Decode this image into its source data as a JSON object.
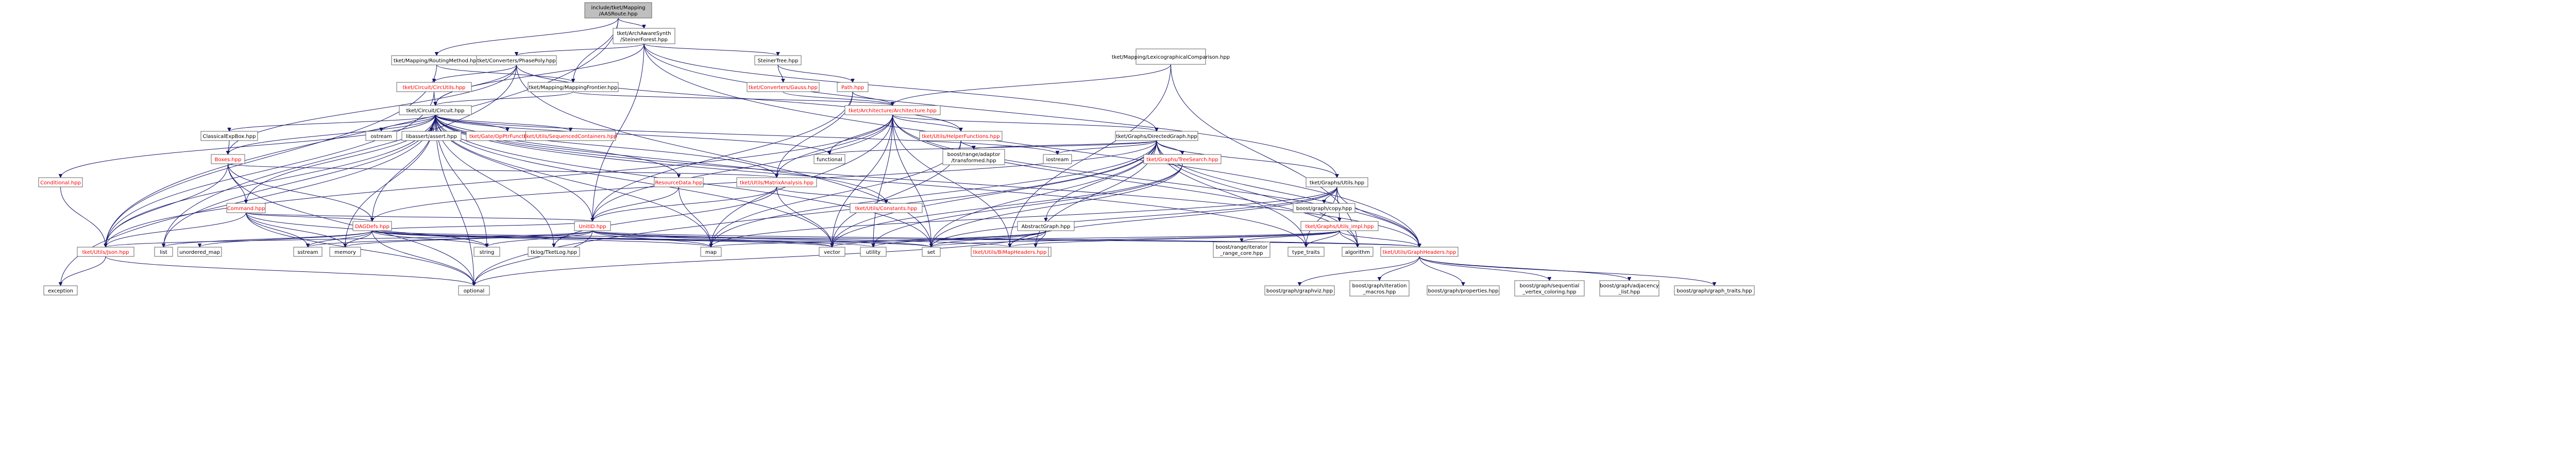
{
  "colors": {
    "root_fill": "#bfbfbf",
    "node_fill": "#ffffff",
    "border": "#666666",
    "edge": "#191970",
    "label": "#000000",
    "undocumented_label": "#ff0000"
  },
  "nodes": [
    {
      "id": "root",
      "lines": [
        "include/tket/Mapping",
        "/AASRoute.hpp"
      ],
      "kind": "root"
    },
    {
      "id": "aasteiner",
      "lines": [
        "tket/ArchAwareSynth",
        "/SteinerForest.hpp"
      ]
    },
    {
      "id": "routingmethod",
      "lines": [
        "tket/Mapping/RoutingMethod.hpp"
      ]
    },
    {
      "id": "phasepoly",
      "lines": [
        "tket/Converters/PhasePoly.hpp"
      ]
    },
    {
      "id": "steinertree",
      "lines": [
        "SteinerTree.hpp"
      ]
    },
    {
      "id": "lexicographical",
      "lines": [
        "tket/Mapping/LexicographicalComparison.hpp"
      ]
    },
    {
      "id": "mappingfrontier",
      "lines": [
        "tket/Mapping/MappingFrontier.hpp"
      ]
    },
    {
      "id": "circutils",
      "lines": [
        "tket/Circuit/CircUtils.hpp"
      ],
      "red": true
    },
    {
      "id": "gauss",
      "lines": [
        "tket/Converters/Gauss.hpp"
      ],
      "red": true
    },
    {
      "id": "path",
      "lines": [
        "Path.hpp"
      ],
      "red": true
    },
    {
      "id": "circuit",
      "lines": [
        "tket/Circuit/Circuit.hpp"
      ]
    },
    {
      "id": "architecture",
      "lines": [
        "tket/Architecture/Architecture.hpp"
      ],
      "red": true
    },
    {
      "id": "directedgraph",
      "lines": [
        "tket/Graphs/DirectedGraph.hpp"
      ]
    },
    {
      "id": "helperfunctions",
      "lines": [
        "tket/Utils/HelperFunctions.hpp"
      ],
      "red": true
    },
    {
      "id": "classicalexpbox",
      "lines": [
        "ClassicalExpBox.hpp"
      ]
    },
    {
      "id": "ostream",
      "lines": [
        "ostream"
      ]
    },
    {
      "id": "libassert",
      "lines": [
        "libassert/assert.hpp"
      ]
    },
    {
      "id": "gatesopfn",
      "lines": [
        "tket/Gate/OpPtrFunctions.hpp"
      ],
      "red": true
    },
    {
      "id": "seqcontainers",
      "lines": [
        "tket/Utils/SequencedContainers.hpp"
      ],
      "red": true
    },
    {
      "id": "functional",
      "lines": [
        "functional"
      ]
    },
    {
      "id": "boostrange",
      "lines": [
        "boost/range/adaptor",
        "/transformed.hpp"
      ]
    },
    {
      "id": "iostream",
      "lines": [
        "iostream"
      ]
    },
    {
      "id": "treesearch",
      "lines": [
        "tket/Graphs/TreeSearch.hpp"
      ],
      "red": true
    },
    {
      "id": "conditional",
      "lines": [
        "Conditional.hpp"
      ],
      "red": true
    },
    {
      "id": "boxes",
      "lines": [
        "Boxes.hpp"
      ],
      "red": true
    },
    {
      "id": "command",
      "lines": [
        "Command.hpp"
      ],
      "red": true
    },
    {
      "id": "resourcedata",
      "lines": [
        "ResourceData.hpp"
      ],
      "red": true
    },
    {
      "id": "matrixanalysis",
      "lines": [
        "tket/Utils/MatrixAnalysis.hpp"
      ],
      "red": true
    },
    {
      "id": "graphsutils",
      "lines": [
        "tket/Graphs/Utils.hpp"
      ]
    },
    {
      "id": "boostgraphcopy",
      "lines": [
        "boost/graph/copy.hpp"
      ]
    },
    {
      "id": "dagdefs",
      "lines": [
        "DAGDefs.hpp"
      ],
      "red": true
    },
    {
      "id": "unitid",
      "lines": [
        "UnitID.hpp"
      ],
      "red": true
    },
    {
      "id": "utilsconstants",
      "lines": [
        "tket/Utils/Constants.hpp"
      ],
      "red": true
    },
    {
      "id": "abstractgraph",
      "lines": [
        "AbstractGraph.hpp"
      ]
    },
    {
      "id": "utilsimpl",
      "lines": [
        "tket/Graphs/Utils_impl.hpp"
      ],
      "red": true
    },
    {
      "id": "utilsjson",
      "lines": [
        "tket/Utils/Json.hpp"
      ],
      "red": true
    },
    {
      "id": "list",
      "lines": [
        "list"
      ]
    },
    {
      "id": "unorderedmap",
      "lines": [
        "unordered_map"
      ]
    },
    {
      "id": "sstream",
      "lines": [
        "sstream"
      ]
    },
    {
      "id": "memory",
      "lines": [
        "memory"
      ]
    },
    {
      "id": "string",
      "lines": [
        "string"
      ]
    },
    {
      "id": "tklog",
      "lines": [
        "tklog/TketLog.hpp"
      ]
    },
    {
      "id": "map",
      "lines": [
        "map"
      ]
    },
    {
      "id": "vector",
      "lines": [
        "vector"
      ]
    },
    {
      "id": "utility",
      "lines": [
        "utility"
      ]
    },
    {
      "id": "set",
      "lines": [
        "set"
      ]
    },
    {
      "id": "stdexcept",
      "lines": [
        "stdexcept"
      ]
    },
    {
      "id": "bitmapheaders",
      "lines": [
        "tket/Utils/BiMapHeaders.hpp"
      ],
      "red": true
    },
    {
      "id": "rangeiter",
      "lines": [
        "boost/range/iterator",
        "_range_core.hpp"
      ]
    },
    {
      "id": "typetraits",
      "lines": [
        "type_traits"
      ]
    },
    {
      "id": "algorithm",
      "lines": [
        "algorithm"
      ]
    },
    {
      "id": "graphheaders",
      "lines": [
        "tket/Utils/GraphHeaders.hpp"
      ],
      "red": true
    },
    {
      "id": "exception",
      "lines": [
        "exception"
      ]
    },
    {
      "id": "optional",
      "lines": [
        "optional"
      ]
    },
    {
      "id": "graphviz",
      "lines": [
        "boost/graph/graphviz.hpp"
      ]
    },
    {
      "id": "iterationmacros",
      "lines": [
        "boost/graph/iteration",
        "_macros.hpp"
      ]
    },
    {
      "id": "properties",
      "lines": [
        "boost/graph/properties.hpp"
      ]
    },
    {
      "id": "seqvertex",
      "lines": [
        "boost/graph/sequential",
        "_vertex_coloring.hpp"
      ]
    },
    {
      "id": "adjacency",
      "lines": [
        "boost/graph/adjacency",
        "_list.hpp"
      ]
    },
    {
      "id": "graphtraits",
      "lines": [
        "boost/graph/graph_traits.hpp"
      ]
    }
  ]
}
